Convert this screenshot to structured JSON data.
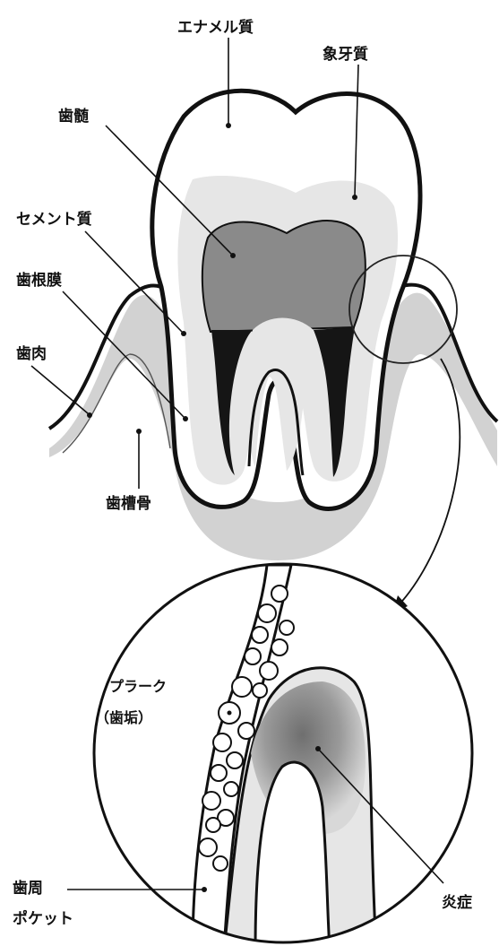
{
  "diagram": {
    "labels": {
      "enamel": "エナメル質",
      "dentin": "象牙質",
      "pulp": "歯髄",
      "cementum": "セメント質",
      "periodontal_ligament": "歯根膜",
      "gingiva": "歯肉",
      "alveolar_bone": "歯槽骨",
      "plaque_line1": "プラーク",
      "plaque_line2": "（歯垢）",
      "pocket_line1": "歯周",
      "pocket_line2": "ポケット",
      "inflammation": "炎症"
    },
    "colors": {
      "outline": "#111111",
      "enamel": "#ffffff",
      "dentin": "#e6e6e6",
      "pulp": "#8a8a8a",
      "root_canal": "#151515",
      "gum_bone": "#d2d2d2",
      "inflammation": "#7a7a7a"
    }
  }
}
